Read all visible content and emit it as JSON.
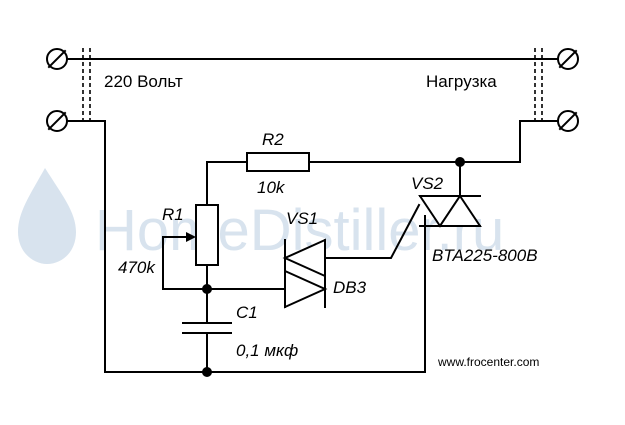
{
  "watermark": "HomeDistiller.ru",
  "labels": {
    "mains": "220 Вольт",
    "load": "Нагрузка",
    "r1": "R1",
    "r1_value": "470k",
    "r2": "R2",
    "r2_value": "10k",
    "vs1": "VS1",
    "vs1_part": "DB3",
    "vs2": "VS2",
    "vs2_part": "BTA225-800B",
    "c1": "C1",
    "c1_value": "0,1 мкф",
    "site": "www.frocenter.com"
  }
}
